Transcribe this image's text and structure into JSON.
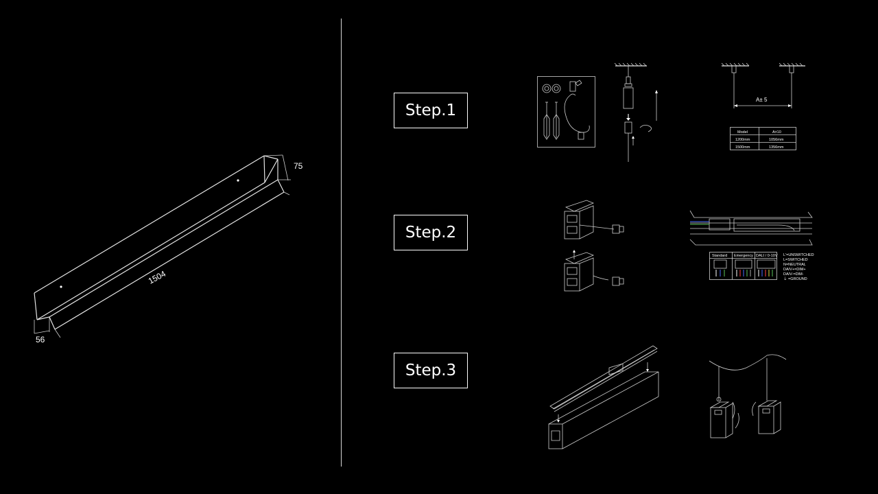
{
  "product_dimensions": {
    "length": "1504",
    "height": "75",
    "width": "56"
  },
  "steps": [
    {
      "label": "Step.1"
    },
    {
      "label": "Step.2"
    },
    {
      "label": "Step.3"
    }
  ],
  "step1": {
    "spacing_label": "A± 5",
    "table": {
      "headers": [
        "Model",
        "A±10"
      ],
      "rows": [
        [
          "1200mm",
          "1056mm"
        ],
        [
          "1500mm",
          "1356mm"
        ]
      ]
    }
  },
  "step2": {
    "wiring_headers": [
      "Standard",
      "Emergency",
      "DALI / 0-10V"
    ],
    "legend": [
      "L'=UNSWITCHED",
      "L=SWITCHED",
      "N=NEUTRAL",
      "DA/V+=DIM+",
      "DA/V-=DIM-",
      "⏚ =GROUND"
    ]
  }
}
